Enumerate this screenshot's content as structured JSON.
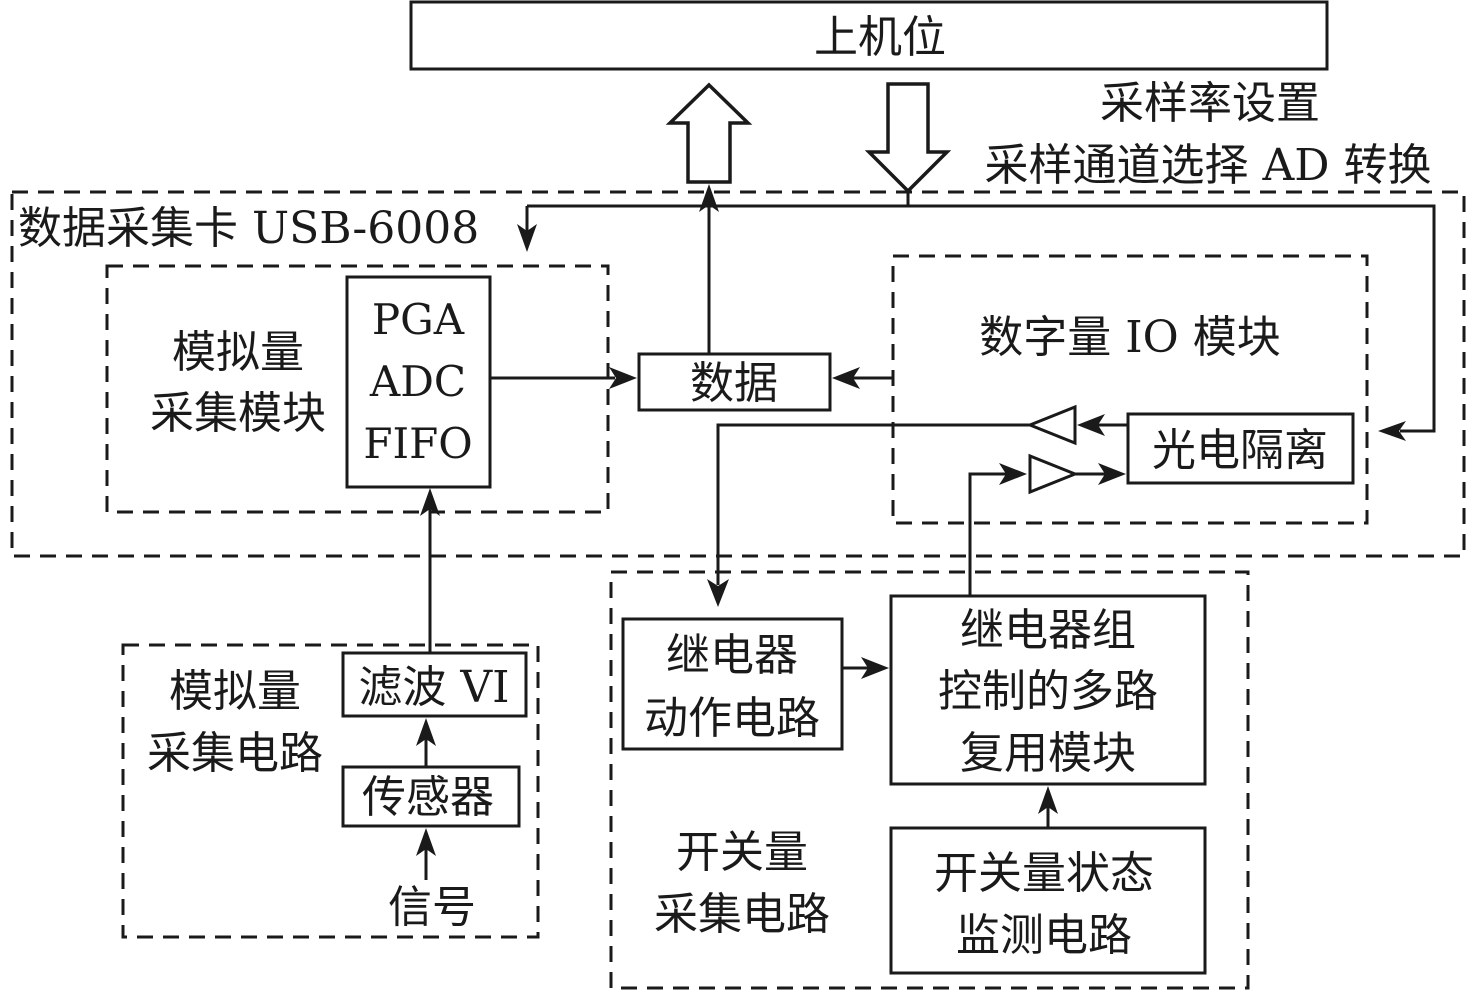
{
  "diagram": {
    "host": {
      "label": "上机位"
    },
    "commands": {
      "line1": "采样率设置",
      "line2": "采样通道选择 AD 转换"
    },
    "daq_card": {
      "title": "数据采集卡 USB-6008",
      "analog_module": {
        "label_line1": "模拟量",
        "label_line2": "采集模块",
        "chip": {
          "line1": "PGA",
          "line2": "ADC",
          "line3": "FIFO"
        }
      },
      "data_block": {
        "label": "数据"
      },
      "digital_io_module": {
        "label": "数字量 IO 模块",
        "isolation": {
          "label": "光电隔离"
        }
      }
    },
    "analog_circuit": {
      "label_line1": "模拟量",
      "label_line2": "采集电路",
      "filter": {
        "label": "滤波 VI"
      },
      "sensor": {
        "label": "传感器"
      },
      "signal": {
        "label": "信号"
      }
    },
    "switch_circuit": {
      "label_line1": "开关量",
      "label_line2": "采集电路",
      "relay_action": {
        "line1": "继电器",
        "line2": "动作电路"
      },
      "mux_module": {
        "line1": "继电器组",
        "line2": "控制的多路",
        "line3": "复用模块"
      },
      "state_monitor": {
        "line1": "开关量状态",
        "line2": "监测电路"
      }
    }
  }
}
